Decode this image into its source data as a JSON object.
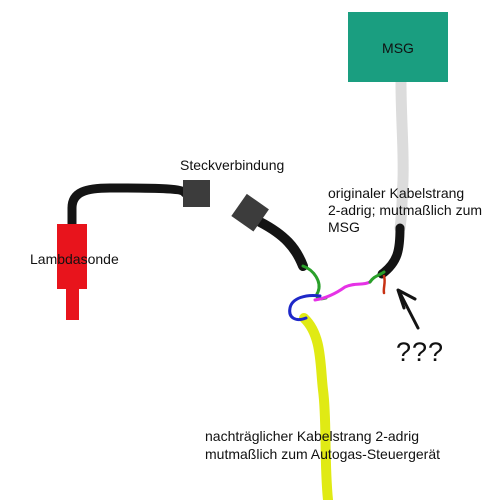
{
  "components": {
    "msg_label": "MSG",
    "connector_label": "Steckverbindung",
    "sensor_label": "Lambdasonde"
  },
  "annotations": {
    "original_harness": [
      "originaler Kabelstrang",
      "2-adrig; mutmaßlich zum",
      "MSG"
    ],
    "unknown_marker": "???",
    "added_harness": [
      "nachträglicher Kabelstrang 2-adrig",
      "mutmaßlich zum Autogas-Steuergerät"
    ]
  },
  "colors": {
    "msg_box": "#1a9e80",
    "sensor": "#e8141c",
    "cable_black": "#141414",
    "connector": "#3c3c3c",
    "cable_gray": "#dcdcdc",
    "wire_yellow": "#e0ea14",
    "wire_green": "#2aa02a",
    "wire_magenta": "#e632e6",
    "wire_blue": "#1e28c8",
    "wire_red": "#c83214"
  }
}
